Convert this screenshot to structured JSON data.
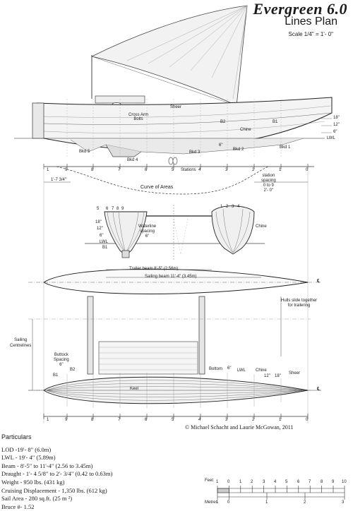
{
  "header": {
    "title": "Evergreen 6.0",
    "subtitle": "Lines Plan",
    "scale": "Scale 1/4\" = 1'- 0\""
  },
  "profile_labels": {
    "sheer": "Sheer",
    "chine": "Chine",
    "cross_arm_bolts": "Cross Arm\nBolts",
    "b1": "B1",
    "b2": "B2",
    "lwl": "LWL",
    "bkd1": "Bkd 1",
    "bkd2": "Bkd 2",
    "bkd3": "Bkd 3",
    "bkd4": "Bkd 4",
    "bkd5": "Bkd 5",
    "dim_18": "18\"",
    "dim_12": "12\"",
    "dim_6": "6\"",
    "dim_6b": "6\""
  },
  "stations": {
    "top_numbers": [
      "1",
      "9",
      "8",
      "7",
      "6",
      "5",
      "4",
      "3",
      "2",
      "1",
      "0"
    ],
    "bottom_numbers": [
      "1",
      "9",
      "8",
      "7",
      "6",
      "5",
      "4",
      "3",
      "2",
      "1",
      "0"
    ],
    "label": "Stations",
    "left_dim": "1'-7 3/4\"",
    "spacing_note": "station\nspacing\n0 to 9\n2'- 0\"",
    "curve_of_areas": "Curve of Areas"
  },
  "sections": {
    "left_dims": [
      "5",
      "18\"",
      "12\"",
      "6\"",
      "LWL",
      "B1"
    ],
    "left_dims_top": [
      "6",
      "7",
      "8",
      "9"
    ],
    "right_dims_top": [
      "1",
      "2",
      "3",
      "4"
    ],
    "waterline_spacing": "Waterline\nspacing\n6\"",
    "chine": "Chine"
  },
  "plan": {
    "trailer_beam": "Trailer beam 8'-5\" (2.56m)",
    "sailing_beam": "Sailing beam 11'-4\" (3.45m)",
    "hulls_slide": "Hulls slide together\nfor trailering",
    "sailing_centrelines": "Sailing\nCentrelines",
    "buttock_spacing": "Buttock\nSpacing\n6\"",
    "b1": "B1",
    "b2": "B2",
    "bottom": "Bottom",
    "dim_6": "6\"",
    "lwl": "LWL",
    "chine": "Chine",
    "dim_12": "12\"",
    "dim_18": "18\"",
    "sheer": "Sheer",
    "keel": "Keel",
    "cl_symbol": "℄"
  },
  "copyright": "© Michael Schacht and Laurie McGowan, 2011",
  "particulars": {
    "heading": "Particulars",
    "lines": [
      "LOD -19'- 8\" (6.0m)",
      "LWL - 19'- 4\" (5.89m)",
      "Beam - 8'-5\" to 11'-4\" (2.56 to 3.45m)",
      "Draught - 1'- 4 5/8\" to 2'- 3/4\" (0.42 to 0.63m)",
      "Weight - 950 lbs. (431 kg)",
      "Cruising Displacement - 1,350 lbs. (612 kg)",
      "Sail Area - 280 sq.ft. (25 m ²)",
      "Bruce #- 1.52"
    ]
  },
  "scale_bar": {
    "feet_label": "Feet",
    "metres_label": "Metres",
    "feet_ticks": [
      "1",
      "0",
      "1",
      "2",
      "3",
      "4",
      "5",
      "6",
      "7",
      "8",
      "9",
      "10"
    ],
    "metre_ticks": [
      "1",
      "0",
      "1",
      "2",
      "3"
    ]
  }
}
